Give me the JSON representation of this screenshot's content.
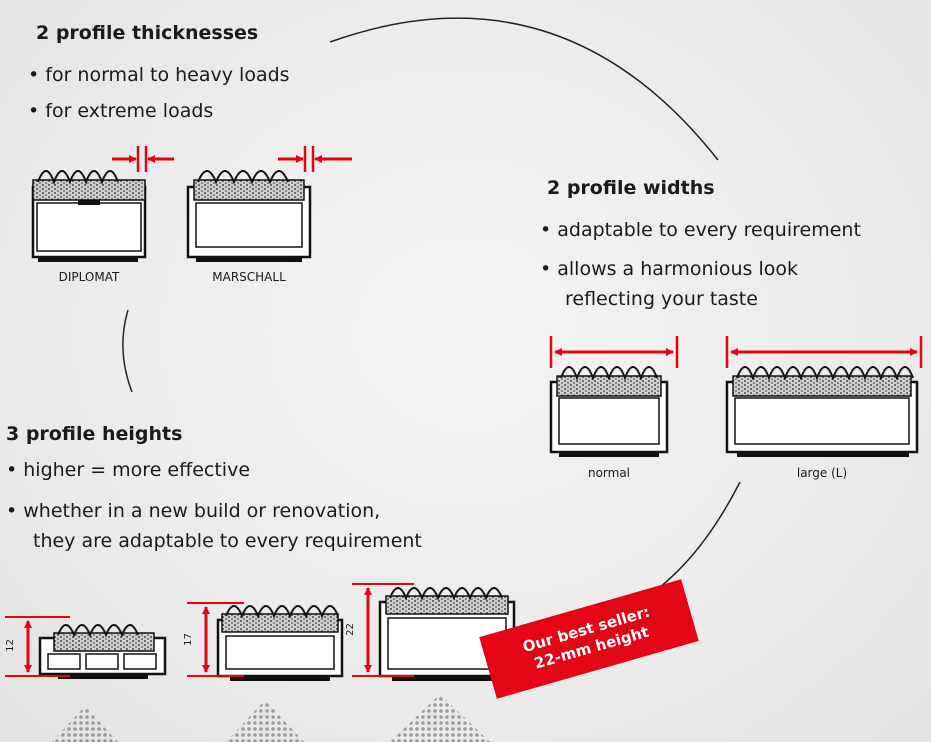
{
  "thickness": {
    "title": "2 profile thicknesses",
    "items": [
      "for normal to heavy loads",
      "for extreme loads"
    ],
    "labels": [
      "DIPLOMAT",
      "MARSCHALL"
    ]
  },
  "widths": {
    "title": "2 profile widths",
    "items": [
      "adaptable to every requirement",
      "allows a harmonious look",
      "reflecting your taste"
    ],
    "labels": [
      "normal",
      "large (L)"
    ]
  },
  "heights": {
    "title": "3 profile heights",
    "items": [
      "higher = more effective",
      "whether in a new build or renovation,",
      "they are adaptable to every requirement"
    ],
    "values": [
      "12",
      "17",
      "22"
    ]
  },
  "badge": {
    "line1": "Our best seller:",
    "line2": "22-mm height"
  },
  "colors": {
    "accent": "#e30513",
    "text": "#1a1a1a"
  }
}
